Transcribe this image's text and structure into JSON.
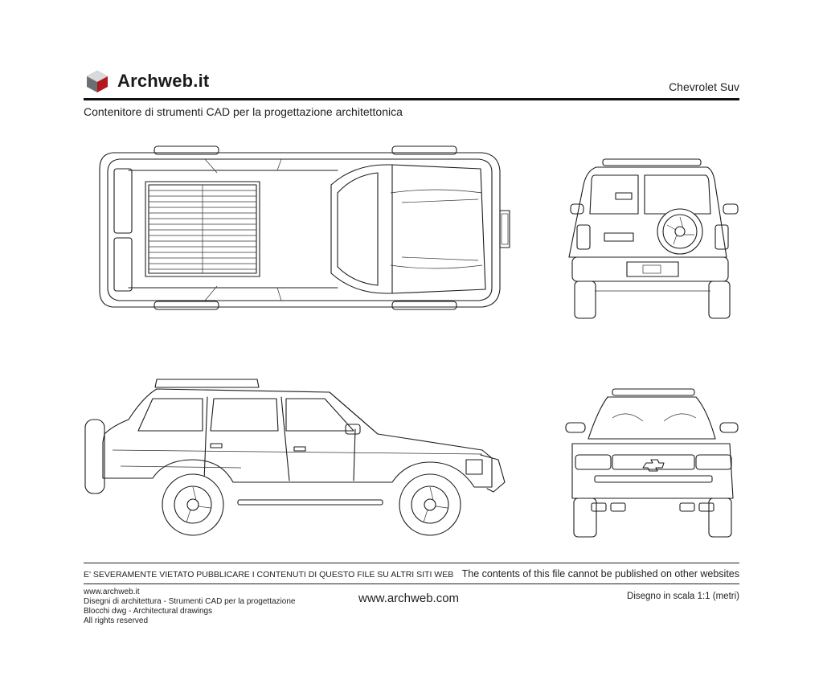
{
  "header": {
    "brand": "Archweb.it",
    "title": "Chevrolet Suv",
    "subtitle": "Contenitore di strumenti CAD per la progettazione architettonica"
  },
  "footer": {
    "warning_it": "E' SEVERAMENTE VIETATO PUBBLICARE I CONTENUTI DI QUESTO FILE SU ALTRI SITI WEB",
    "warning_en": "The contents of this file cannot be published on other websites",
    "lines": [
      "www.archweb.it",
      "Disegni di architettura - Strumenti CAD  per la progettazione",
      "Blocchi dwg - Architectural drawings",
      "All rights reserved"
    ],
    "site": "www.archweb.com",
    "scale": "Disegno in scala 1:1 (metri)"
  },
  "colors": {
    "logo_top": "#d9dadb",
    "logo_left": "#6b6f73",
    "logo_right": "#b3161c",
    "line": "#1b1b1b"
  },
  "icons": [
    "archweb-logo-cube-icon",
    "chevrolet-bowtie-icon"
  ]
}
